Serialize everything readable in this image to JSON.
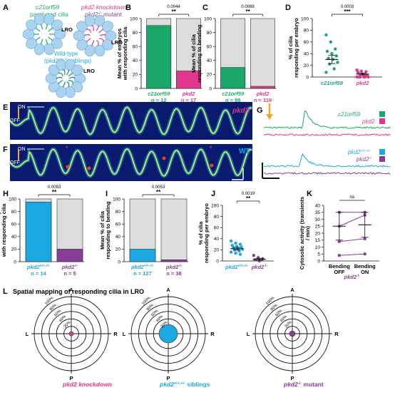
{
  "colors": {
    "green": "#1aa868",
    "magenta": "#e0368c",
    "cyan": "#1aa8e0",
    "purple": "#8a3d98",
    "grey": "#dcdcdc",
    "orange": "#f0a830",
    "cell": "#a9d3ef"
  },
  "panelA": {
    "letter": "A",
    "paralyzed_label": "c21orf59",
    "paralyzed_label2": "paralyzed cilia",
    "knockdown_label": "pkd2 knockdown",
    "mutant_label": "pkd2",
    "mutant_sup": "-/-",
    "mutant_suffix": "mutant",
    "wt_label": "Wild-type",
    "wt_label2a": "(pkd2",
    "wt_label2sup": "+/+,+/-",
    "wt_label2b": "siblings)",
    "lro": "LRO"
  },
  "panelE": {
    "letter": "E",
    "on": "ON",
    "off": "OFF",
    "tag": "pkd2"
  },
  "panelF": {
    "letter": "F",
    "on": "ON",
    "off": "OFF",
    "tag": "WT"
  },
  "panelG": {
    "letter": "G",
    "legend1": "c21orf59",
    "legend2": "pkd2",
    "legend3a": "pkd2",
    "legend3sup": "+/+,+/-",
    "legend4a": "pkd2",
    "legend4sup": "-/-"
  },
  "panelL": {
    "letter": "L",
    "title": "Spatial mapping of responding cilia in LRO",
    "ring_labels": [
      "100%",
      "80%",
      "60%",
      "40%",
      "20%"
    ],
    "compass": {
      "a": "A",
      "p": "P",
      "l": "L",
      "r": "R"
    },
    "cap1": "pkd2 knockdown",
    "cap2a": "pkd2",
    "cap2sup": "+/+,+/-",
    "cap2b": "siblings",
    "cap3a": "pkd2",
    "cap3sup": "-/-",
    "cap3b": "mutant"
  },
  "chart_data": [
    {
      "id": "B",
      "type": "bar",
      "letter": "B",
      "ylabel": "Mean % of embryos with responding cilia",
      "ylim": [
        0,
        100
      ],
      "yticks": [
        0,
        20,
        40,
        60,
        80,
        100
      ],
      "categories": [
        "c21orf59",
        "pkd2"
      ],
      "values": [
        90,
        25
      ],
      "ns": [
        "n = 12",
        "n = 17"
      ],
      "p": "0.0044",
      "sig": "**",
      "colorKeys": [
        "green",
        "magenta"
      ]
    },
    {
      "id": "C",
      "type": "bar",
      "letter": "C",
      "ylabel": "Mean % of cilia responding to bending",
      "ylim": [
        0,
        100
      ],
      "yticks": [
        0,
        20,
        40,
        60,
        80,
        100
      ],
      "categories": [
        "c21orf59",
        "pkd2"
      ],
      "values": [
        30,
        3
      ],
      "ns": [
        "n = 88",
        "n = 119"
      ],
      "p": "0.0069",
      "sig": "**",
      "colorKeys": [
        "green",
        "magenta"
      ]
    },
    {
      "id": "D",
      "type": "scatter",
      "letter": "D",
      "ylabel": "% of cilia responding per embryo",
      "ylim": [
        0,
        100
      ],
      "yticks": [
        0,
        20,
        40,
        60,
        80,
        100
      ],
      "categories": [
        "c21orf59",
        "pkd2"
      ],
      "points": [
        [
          72,
          60,
          48,
          44,
          40,
          36,
          32,
          30,
          25,
          22,
          14,
          8
        ],
        [
          12,
          10,
          9,
          8,
          5,
          3,
          0,
          0,
          0,
          0,
          0,
          0
        ]
      ],
      "means": [
        30,
        5
      ],
      "sems": [
        7,
        1.5
      ],
      "p": "0.0003",
      "sig": "***",
      "colorKeys": [
        "green",
        "magenta"
      ]
    },
    {
      "id": "H",
      "type": "bar",
      "letter": "H",
      "ylabel": "Mean % of embryos with responding cilia",
      "ylim": [
        0,
        100
      ],
      "yticks": [
        0,
        20,
        40,
        60,
        80,
        100
      ],
      "categories": [
        "pkd2+/+,+/-",
        "pkd2-/-"
      ],
      "values": [
        95,
        20
      ],
      "ns": [
        "n = 14",
        "n = 5"
      ],
      "p": "0.0083",
      "sig": "**",
      "colorKeys": [
        "cyan",
        "purple"
      ]
    },
    {
      "id": "I",
      "type": "bar",
      "letter": "I",
      "ylabel": "Mean % of cilia responding to bending",
      "ylim": [
        0,
        100
      ],
      "yticks": [
        0,
        20,
        40,
        60,
        80,
        100
      ],
      "categories": [
        "pkd2+/+,+/-",
        "pkd2-/-"
      ],
      "values": [
        20,
        3
      ],
      "ns": [
        "n = 127",
        "n = 38"
      ],
      "p": "0.0053",
      "sig": "**",
      "colorKeys": [
        "cyan",
        "purple"
      ]
    },
    {
      "id": "J",
      "type": "scatter",
      "letter": "J",
      "ylabel": "% of cilia responding per embryo",
      "ylim": [
        0,
        100
      ],
      "yticks": [
        0,
        20,
        40,
        60,
        80,
        100
      ],
      "categories": [
        "pkd2+/+,+/-",
        "pkd2-/-"
      ],
      "points": [
        [
          36,
          32,
          30,
          28,
          26,
          25,
          24,
          22,
          21,
          20,
          18,
          16,
          14,
          12
        ],
        [
          10,
          6,
          4,
          2,
          0
        ]
      ],
      "means": [
        22,
        3
      ],
      "sems": [
        2.5,
        1.8
      ],
      "p": "0.0019",
      "sig": "**",
      "colorKeys": [
        "cyan",
        "purple"
      ]
    },
    {
      "id": "K",
      "type": "paired",
      "letter": "K",
      "ylabel": "Cytosolic activity (transients / min)",
      "ylim": [
        0,
        40
      ],
      "yticks": [
        0,
        5,
        10,
        15,
        20,
        25,
        30,
        35,
        40
      ],
      "categories": [
        "Bending OFF",
        "Bending ON"
      ],
      "pairs": [
        [
          35,
          35
        ],
        [
          25,
          33
        ],
        [
          14,
          16
        ],
        [
          4,
          5
        ]
      ],
      "means": [
        25,
        26
      ],
      "sems": [
        10,
        9
      ],
      "sig": "ns",
      "group": "pkd2-/-",
      "colorKey": "purple"
    }
  ]
}
